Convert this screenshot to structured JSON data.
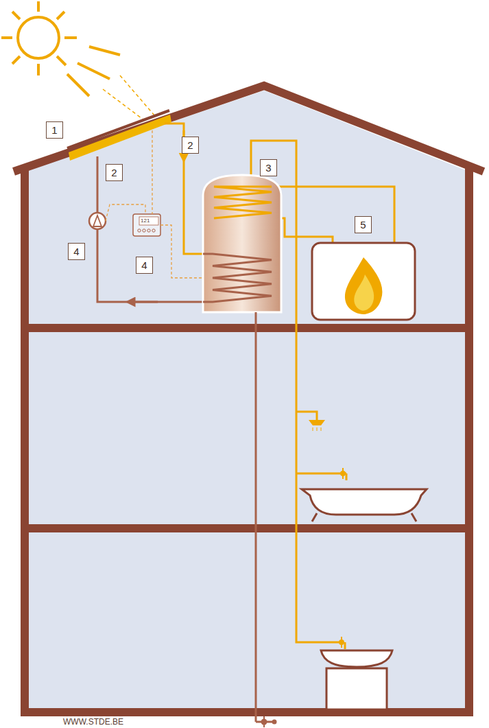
{
  "diagram": {
    "nodes": [
      {
        "text": [
          "1"
        ]
      },
      {
        "text": [
          "2"
        ]
      },
      {
        "text": [
          "2"
        ]
      },
      {
        "text": [
          "3"
        ]
      },
      {
        "text": [
          "4"
        ]
      },
      {
        "text": [
          "4"
        ]
      },
      {
        "text": [
          "5"
        ]
      }
    ],
    "labels": [
      "121",
      "WWW.STDE.BE"
    ]
  }
}
